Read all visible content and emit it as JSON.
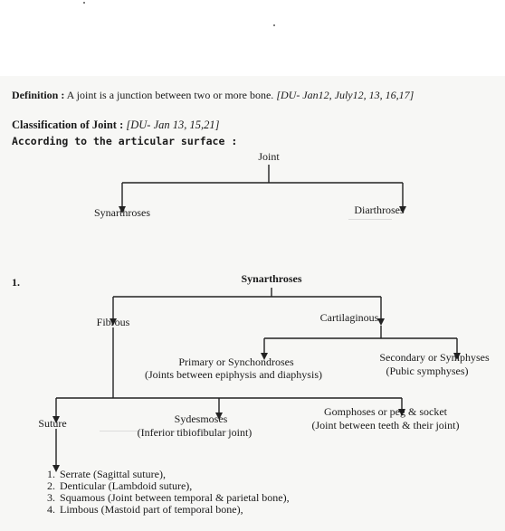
{
  "definition": {
    "label": "Definition :",
    "text": " A joint is a junction between two or more bone.",
    "ref": " [DU- Jan12, July12, 13, 16,17]"
  },
  "classification": {
    "label": "Classification of Joint :",
    "ref": " [DU- Jan 13, 15,21]"
  },
  "subheading": "According to the articular surface :",
  "section_number": "1.",
  "tree": {
    "root": "Joint",
    "synarthroses": "Synarthroses",
    "diarthroses": "Diarthroses",
    "synarthroses_heading": "Synarthroses",
    "fibrous": "Fibrous",
    "cartilaginous": "Cartilaginous",
    "primary": "Primary or Synchondroses",
    "primary_sub": "(Joints between epiphysis and diaphysis)",
    "secondary": "Secondary or Symphyses",
    "secondary_sub": "(Pubic symphyses)",
    "suture": "Suture",
    "sydesmoses": "Sydesmoses",
    "sydesmoses_sub": "(Inferior tibiofibular joint)",
    "gomphoses": "Gomphoses or peg & socket",
    "gomphoses_sub": "(Joint between teeth & their joint)"
  },
  "suture_types": [
    "Serrate (Sagittal suture),",
    "Denticular (Lambdoid suture),",
    "Squamous (Joint between temporal & parietal bone),",
    "Limbous (Mastoid part of temporal bone),"
  ]
}
